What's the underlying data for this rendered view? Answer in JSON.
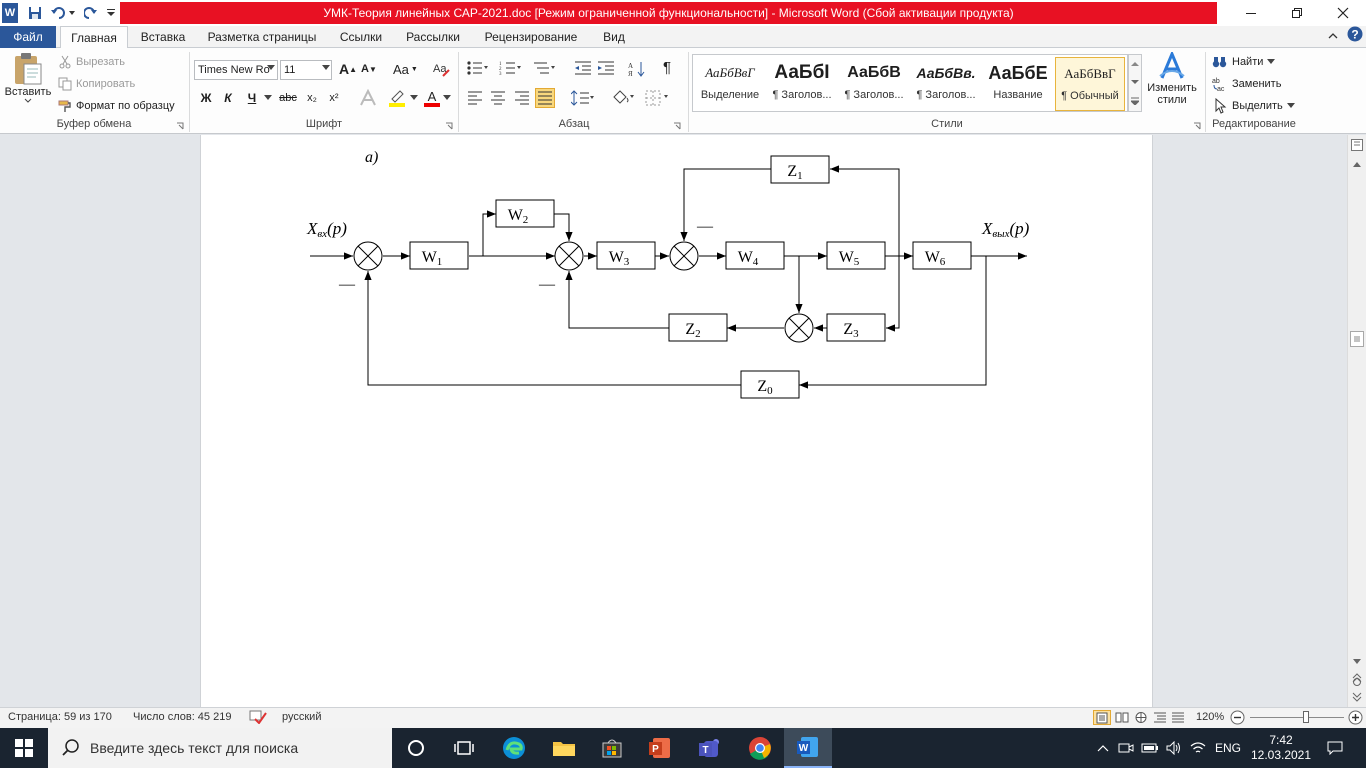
{
  "window": {
    "title": "УМК-Теория линейных САР-2021.doc [Режим ограниченной функциональности]  -  Microsoft Word (Сбой активации продукта)",
    "app_badge": "W",
    "help_glyph": "?"
  },
  "tabs": [
    "Файл",
    "Главная",
    "Вставка",
    "Разметка страницы",
    "Ссылки",
    "Рассылки",
    "Рецензирование",
    "Вид"
  ],
  "ribbon": {
    "clipboard": {
      "paste": "Вставить",
      "cut": "Вырезать",
      "copy": "Копировать",
      "format_painter": "Формат по образцу",
      "label": "Буфер обмена"
    },
    "font": {
      "name": "Times New Ro",
      "size": "11",
      "label": "Шрифт",
      "case_btn": "Aa",
      "grow": "A",
      "shrink": "A",
      "bold": "Ж",
      "italic": "К",
      "underline": "Ч",
      "strike": "abc",
      "subscript": "x₂",
      "superscript": "x²",
      "font_color_glyph": "A"
    },
    "paragraph": {
      "label": "Абзац",
      "pilcrow": "¶"
    },
    "styles": {
      "label": "Стили",
      "items": [
        {
          "sample": "АаБбВвГ",
          "name": "Выделение"
        },
        {
          "sample": "АаБбI",
          "name": "¶ Заголов..."
        },
        {
          "sample": "АаБбВ",
          "name": "¶ Заголов..."
        },
        {
          "sample": "АаБбВв.",
          "name": "¶ Заголов..."
        },
        {
          "sample": "АаБбЕ",
          "name": "Название"
        },
        {
          "sample": "АаБбВвГ",
          "name": "¶ Обычный"
        }
      ],
      "change_styles_line1": "Изменить",
      "change_styles_line2": "стили"
    },
    "editing": {
      "label": "Редактирование",
      "find": "Найти",
      "replace": "Заменить",
      "select": "Выделить"
    }
  },
  "diagram": {
    "caption": "а)",
    "input": {
      "base": "X",
      "sub": "вх",
      "arg": "(p)"
    },
    "output": {
      "base": "X",
      "sub": "вых",
      "arg": "(p)"
    },
    "minus": "—",
    "blocks": [
      {
        "base": "W",
        "sub": "1"
      },
      {
        "base": "W",
        "sub": "2"
      },
      {
        "base": "W",
        "sub": "3"
      },
      {
        "base": "W",
        "sub": "4"
      },
      {
        "base": "W",
        "sub": "5"
      },
      {
        "base": "W",
        "sub": "6"
      },
      {
        "base": "Z",
        "sub": "1"
      },
      {
        "base": "Z",
        "sub": "2"
      },
      {
        "base": "Z",
        "sub": "3"
      },
      {
        "base": "Z",
        "sub": "0"
      }
    ]
  },
  "statusbar": {
    "page": "Страница: 59 из 170",
    "words": "Число слов: 45 219",
    "language": "русский",
    "zoom": "120%",
    "zoom_level": 0.6
  },
  "taskbar": {
    "search_placeholder": "Введите здесь текст для поиска",
    "lang": "ENG",
    "time": "7:42",
    "date": "12.03.2021"
  },
  "colors": {
    "title_red": "#e81123",
    "word_blue": "#2b579a",
    "taskbar": "#1a2430",
    "selected_style": "#e8b43c"
  }
}
